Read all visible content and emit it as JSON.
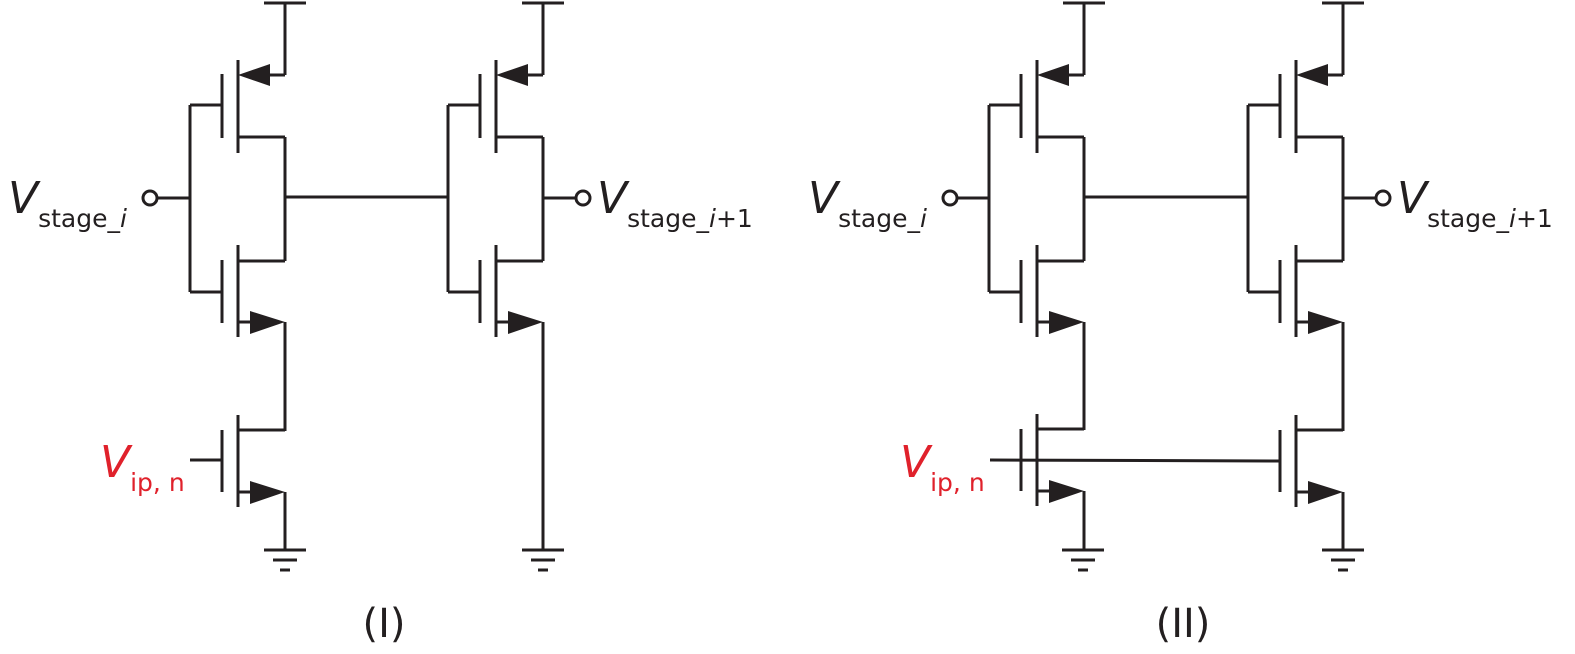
{
  "figure": {
    "panels": [
      {
        "id": "I",
        "caption": "(I)",
        "input_label": {
          "main": "V",
          "sub_prefix": "stage_",
          "sub_italic": "i",
          "sub_suffix": ""
        },
        "output_label": {
          "main": "V",
          "sub_prefix": "stage_",
          "sub_italic": "i",
          "sub_suffix": "+1"
        },
        "bias_label": {
          "main": "V",
          "sub": "ip, n",
          "color": "#e0212b"
        },
        "description": "Two cascaded CMOS inverters; only the first stage has a tail NMOS biased by V_ip,n"
      },
      {
        "id": "II",
        "caption": "(II)",
        "input_label": {
          "main": "V",
          "sub_prefix": "stage_",
          "sub_italic": "i",
          "sub_suffix": ""
        },
        "output_label": {
          "main": "V",
          "sub_prefix": "stage_",
          "sub_italic": "i",
          "sub_suffix": "+1"
        },
        "bias_label": {
          "main": "V",
          "sub": "ip, n",
          "color": "#e0212b"
        },
        "description": "Two cascaded CMOS inverters; both stages have tail NMOS transistors sharing the V_ip,n bias line"
      }
    ],
    "colors": {
      "wire": "#231f20",
      "bias_label": "#e0212b",
      "background": "#ffffff"
    }
  }
}
